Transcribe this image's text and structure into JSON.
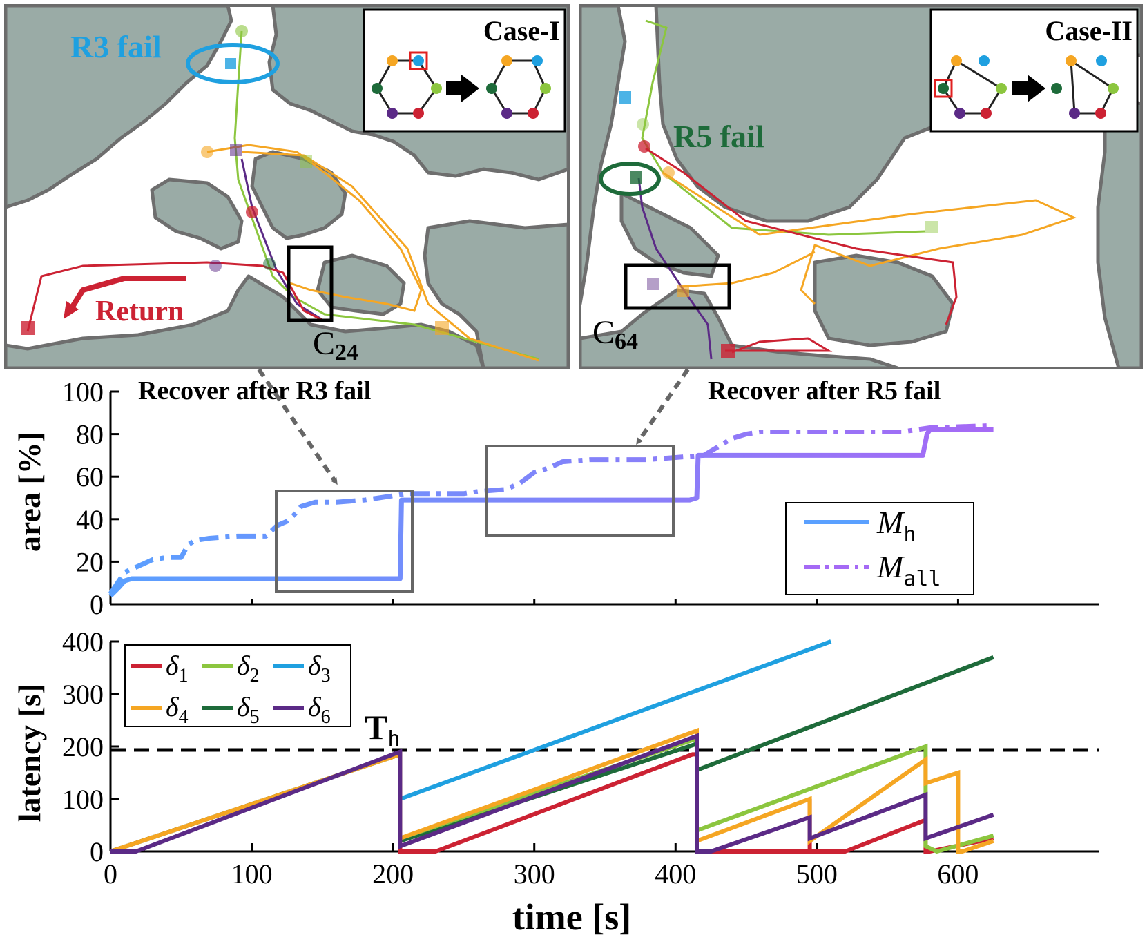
{
  "maps": {
    "left": {
      "fail_label": "R3 fail",
      "fail_color": "#1fa0e0",
      "case_title": "Case-I",
      "return_label": "Return",
      "return_color": "#cc2233",
      "corridor_main": "C",
      "corridor_sub": "24",
      "recover_label": "Recover after R3 fail"
    },
    "right": {
      "fail_label": "R5 fail",
      "fail_color": "#1e6b3a",
      "case_title": "Case-II",
      "corridor_main": "C",
      "corridor_sub": "64",
      "recover_label": "Recover after R5 fail"
    },
    "colors": {
      "obstacle": "#9aaba6",
      "obstacle_edge": "#6e6e6e",
      "free": "#ffffff",
      "frame": "#6b6b6b"
    }
  },
  "robot_colors": {
    "r1": "#cc2233",
    "r2": "#8cc63f",
    "r3": "#1fa0e0",
    "r4": "#f5a623",
    "r5": "#1e6b3a",
    "r6": "#5b2a86"
  },
  "chart_data": [
    {
      "type": "line",
      "ylabel": "area [%]",
      "xlim": [
        0,
        700
      ],
      "ylim": [
        0,
        100
      ],
      "xticks": [
        0,
        100,
        200,
        300,
        400,
        500,
        600
      ],
      "yticks": [
        "0",
        "20",
        "40",
        "60",
        "80",
        "100"
      ],
      "legend_position": "bottom-right",
      "series": [
        {
          "name": "M",
          "name_sub": "h",
          "style": "solid",
          "color_start": "#5aa0ff",
          "color_end": "#a56af5",
          "x": [
            0,
            3,
            6,
            10,
            15,
            20,
            100,
            200,
            205,
            206,
            300,
            410,
            415,
            416,
            500,
            575,
            578,
            580,
            625
          ],
          "y": [
            4,
            6,
            8,
            11,
            12,
            12,
            12,
            12,
            12,
            49,
            49,
            49,
            50,
            70,
            70,
            70,
            80,
            82,
            82
          ]
        },
        {
          "name": "M",
          "name_sub": "all",
          "style": "dashdot",
          "color_start": "#5aa0ff",
          "color_end": "#a56af5",
          "x": [
            0,
            5,
            10,
            20,
            30,
            40,
            50,
            55,
            60,
            70,
            90,
            110,
            118,
            125,
            130,
            135,
            145,
            160,
            180,
            200,
            210,
            250,
            260,
            280,
            290,
            300,
            310,
            320,
            340,
            360,
            380,
            400,
            420,
            430,
            440,
            450,
            460,
            500,
            560,
            580,
            625
          ],
          "y": [
            5,
            10,
            15,
            18,
            21,
            22,
            22,
            28,
            30,
            31,
            32,
            32,
            37,
            39,
            42,
            46,
            48,
            48,
            49,
            51,
            52,
            52,
            53,
            54,
            57,
            62,
            64,
            67,
            68,
            68,
            68,
            69,
            70,
            74,
            78,
            80,
            81,
            81,
            81,
            83,
            84
          ]
        }
      ]
    },
    {
      "type": "line",
      "xlabel": "time [s]",
      "ylabel": "latency [s]",
      "xlim": [
        0,
        700
      ],
      "ylim": [
        0,
        400
      ],
      "xticks": [
        "0",
        "100",
        "200",
        "300",
        "400",
        "500",
        "600"
      ],
      "yticks": [
        "0",
        "100",
        "200",
        "300",
        "400"
      ],
      "threshold": 200,
      "threshold_label": "T",
      "threshold_sub": "h",
      "legend_position": "top-left",
      "series": [
        {
          "name": "δ",
          "name_sub": "1",
          "color": "#cc2233",
          "x": [
            0,
            205,
            205,
            230,
            412,
            415,
            415,
            495,
            495,
            495,
            520,
            577,
            577,
            580,
            625
          ],
          "y": [
            0,
            185,
            0,
            0,
            185,
            185,
            0,
            0,
            100,
            0,
            0,
            60,
            0,
            0,
            25
          ]
        },
        {
          "name": "δ",
          "name_sub": "2",
          "color": "#8cc63f",
          "x": [
            0,
            205,
            205,
            415,
            415,
            577,
            577,
            585,
            625
          ],
          "y": [
            0,
            185,
            25,
            215,
            40,
            200,
            10,
            0,
            30
          ]
        },
        {
          "name": "δ",
          "name_sub": "3",
          "color": "#1fa0e0",
          "x": [
            0,
            205,
            205,
            510
          ],
          "y": [
            0,
            185,
            100,
            400
          ]
        },
        {
          "name": "δ",
          "name_sub": "4",
          "color": "#f5a623",
          "x": [
            0,
            205,
            205,
            415,
            415,
            495,
            495,
            577,
            577,
            600,
            600,
            603,
            625
          ],
          "y": [
            0,
            185,
            25,
            230,
            20,
            100,
            20,
            175,
            130,
            150,
            0,
            0,
            20
          ]
        },
        {
          "name": "δ",
          "name_sub": "5",
          "color": "#1e6b3a",
          "x": [
            0,
            205,
            205,
            415,
            415,
            625
          ],
          "y": [
            0,
            185,
            20,
            205,
            155,
            370
          ]
        },
        {
          "name": "δ",
          "name_sub": "6",
          "color": "#5b2a86",
          "x": [
            0,
            18,
            205,
            205,
            415,
            415,
            425,
            495,
            495,
            577,
            577,
            625
          ],
          "y": [
            0,
            0,
            190,
            10,
            220,
            0,
            0,
            65,
            25,
            108,
            25,
            70
          ]
        }
      ]
    }
  ]
}
